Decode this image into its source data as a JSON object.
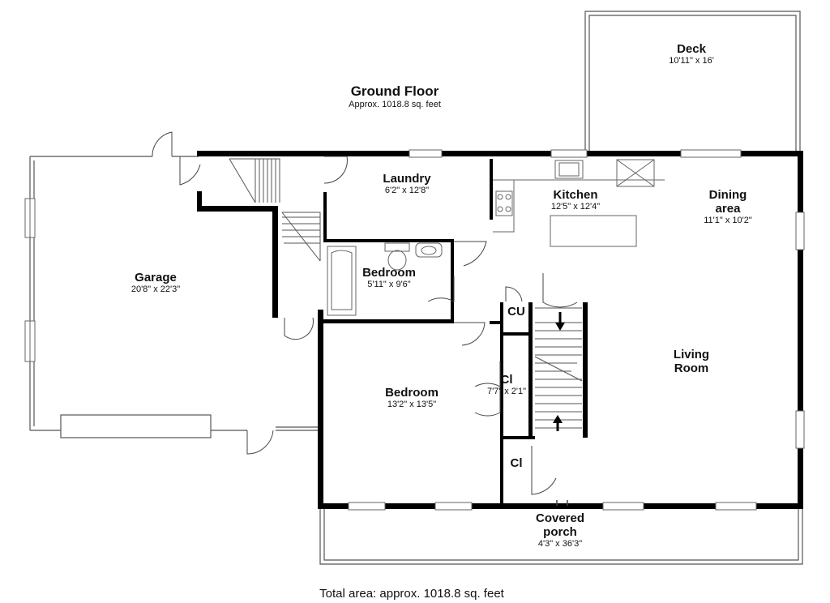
{
  "floor": {
    "title": "Ground Floor",
    "subtitle": "Approx. 1018.8 sq. feet",
    "total_area": "Total area: approx. 1018.8 sq. feet"
  },
  "rooms": {
    "deck": {
      "name": "Deck",
      "dims": "10'11\" x 16'"
    },
    "laundry": {
      "name": "Laundry",
      "dims": "6'2\" x 12'8\""
    },
    "kitchen": {
      "name": "Kitchen",
      "dims": "12'5\" x 12'4\""
    },
    "dining": {
      "name_1": "Dining",
      "name_2": "area",
      "dims": "11'1\" x 10'2\""
    },
    "garage": {
      "name": "Garage",
      "dims": "20'8\" x 22'3\""
    },
    "bedroom_small": {
      "name": "Bedroom",
      "dims": "5'11\" x 9'6\""
    },
    "cu": {
      "name": "CU"
    },
    "living": {
      "name_1": "Living",
      "name_2": "Room"
    },
    "closet_a": {
      "name": "Cl",
      "dims": "7'7\" x 2'1\""
    },
    "bedroom_large": {
      "name": "Bedroom",
      "dims": "13'2\" x 13'5\""
    },
    "closet_b": {
      "name": "Cl"
    },
    "porch": {
      "name_1": "Covered",
      "name_2": "porch",
      "dims": "4'3\" x 36'3\""
    }
  }
}
